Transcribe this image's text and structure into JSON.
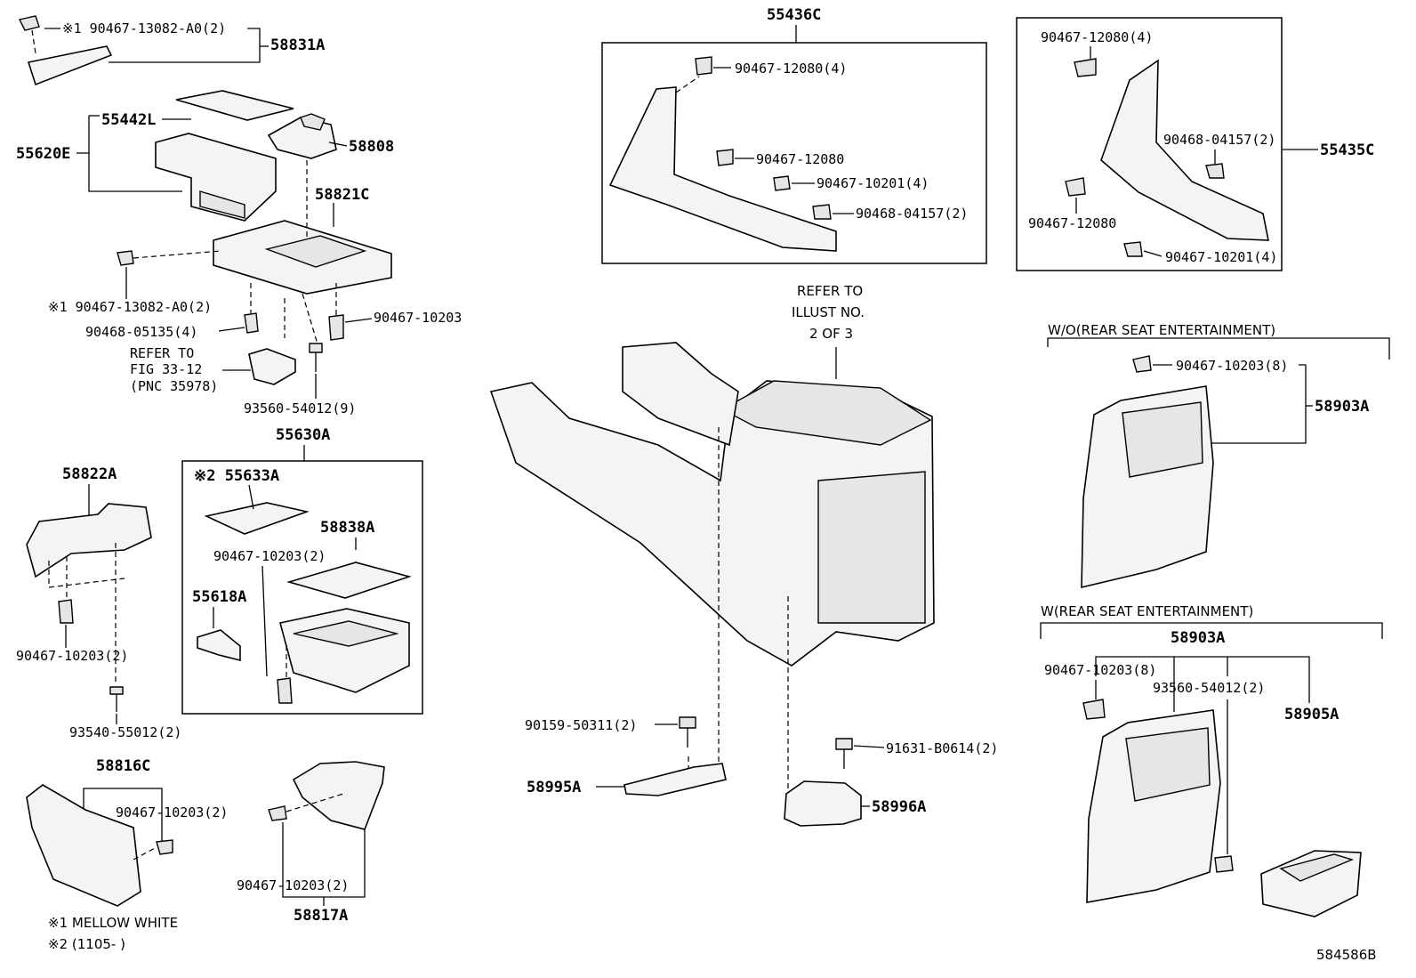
{
  "diagram_id": "584586B",
  "notes": {
    "n1": "※1 MELLOW WHITE",
    "n2": "※2 (1105-    )",
    "refer_fig_1": "REFER TO",
    "refer_fig_2": "FIG 33-12",
    "refer_fig_3": "(PNC 35978)",
    "refer_illust_1": "REFER TO",
    "refer_illust_2": "ILLUST NO.",
    "refer_illust_3": "2 OF 3",
    "wo_rse": "W/O(REAR SEAT ENTERTAINMENT)",
    "w_rse": "W(REAR SEAT ENTERTAINMENT)"
  },
  "labels": {
    "l_58831A": "58831A",
    "l_clip_top": "※1 90467-13082-A0(2)",
    "l_55442L": "55442L",
    "l_55620E": "55620E",
    "l_58808": "58808",
    "l_58821C": "58821C",
    "l_clip_mid": "※1 90467-13082-A0(2)",
    "l_90468_05135": "90468-05135(4)",
    "l_90467_10203_a": "90467-10203",
    "l_93560_54012_9": "93560-54012(9)",
    "l_55630A": "55630A",
    "l_55633A": "※2 55633A",
    "l_58838A": "58838A",
    "l_90467_10203_b": "90467-10203(2)",
    "l_55618A": "55618A",
    "l_58822A": "58822A",
    "l_90467_10203_c": "90467-10203(2)",
    "l_93540_55012": "93540-55012(2)",
    "l_58816C": "58816C",
    "l_90467_10203_d": "90467-10203(2)",
    "l_90467_10203_e": "90467-10203(2)",
    "l_58817A": "58817A",
    "l_55436C": "55436C",
    "l_90467_12080_4a": "90467-12080(4)",
    "l_90467_12080_a": "90467-12080",
    "l_90467_10201_4a": "90467-10201(4)",
    "l_90468_04157_2a": "90468-04157(2)",
    "l_90467_12080_4b": "90467-12080(4)",
    "l_90468_04157_2b": "90468-04157(2)",
    "l_55435C": "55435C",
    "l_90467_12080_b": "90467-12080",
    "l_90467_10201_4b": "90467-10201(4)",
    "l_90467_10203_8a": "90467-10203(8)",
    "l_58903A_a": "58903A",
    "l_58903A_b": "58903A",
    "l_90467_10203_8b": "90467-10203(8)",
    "l_93560_54012_2": "93560-54012(2)",
    "l_58905A": "58905A",
    "l_90159_50311": "90159-50311(2)",
    "l_58995A": "58995A",
    "l_91631_B0614": "91631-B0614(2)",
    "l_58996A": "58996A"
  }
}
